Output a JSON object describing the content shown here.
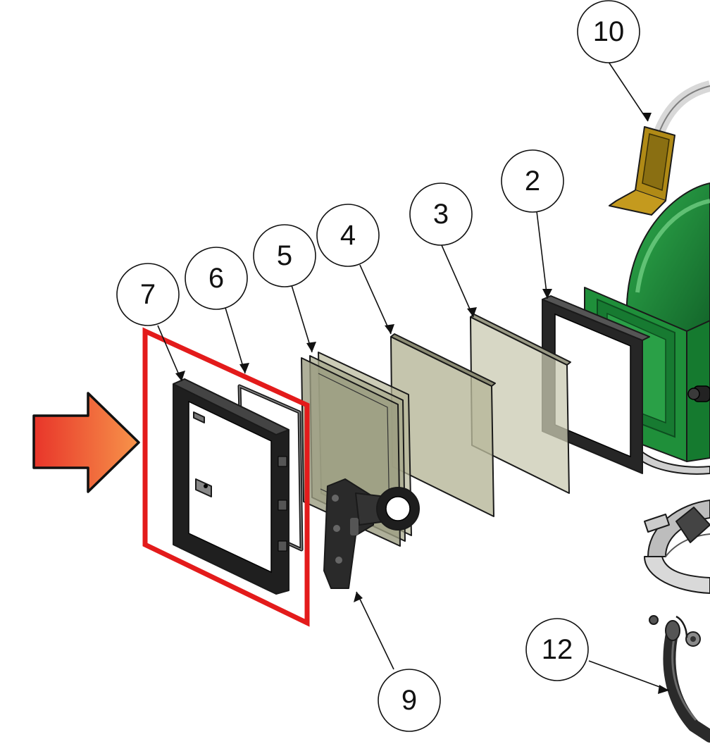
{
  "diagram": {
    "callouts": [
      {
        "id": "2",
        "label": "2"
      },
      {
        "id": "3",
        "label": "3"
      },
      {
        "id": "4",
        "label": "4"
      },
      {
        "id": "5",
        "label": "5"
      },
      {
        "id": "6",
        "label": "6"
      },
      {
        "id": "7",
        "label": "7"
      },
      {
        "id": "9",
        "label": "9"
      },
      {
        "id": "10",
        "label": "10"
      },
      {
        "id": "12",
        "label": "12"
      }
    ],
    "colors": {
      "highlight": "#e31b1b",
      "helmet": "#1f8f3a",
      "helmet_dark": "#13652a",
      "frame": "#1e1e1e",
      "lens_tint": "#b7b799",
      "glass_tint": "#c9c9b2",
      "bracket": "#8a6f12",
      "arrow_start": "#e8352a",
      "arrow_end": "#f7944a"
    }
  }
}
